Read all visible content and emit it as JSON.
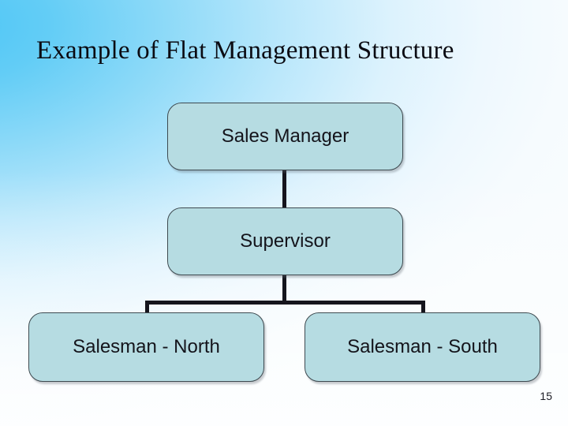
{
  "slide": {
    "title": "Example of Flat Management Structure",
    "page_number": "15",
    "background": {
      "accent_color": "#4ec6f5",
      "fade_color": "#f8fcfe"
    }
  },
  "chart_data": {
    "type": "diagram",
    "diagram_kind": "organization-chart",
    "title": "Example of Flat Management Structure",
    "node_fill_color": "#b6dce2",
    "node_border_color": "#3e4a50",
    "connector_color": "#15151d",
    "nodes": [
      {
        "id": "sales-manager",
        "label": "Sales Manager",
        "level": 0
      },
      {
        "id": "supervisor",
        "label": "Supervisor",
        "level": 1
      },
      {
        "id": "salesman-north",
        "label": "Salesman - North",
        "level": 2
      },
      {
        "id": "salesman-south",
        "label": "Salesman - South",
        "level": 2
      }
    ],
    "edges": [
      {
        "from": "sales-manager",
        "to": "supervisor"
      },
      {
        "from": "supervisor",
        "to": "salesman-north"
      },
      {
        "from": "supervisor",
        "to": "salesman-south"
      }
    ]
  }
}
